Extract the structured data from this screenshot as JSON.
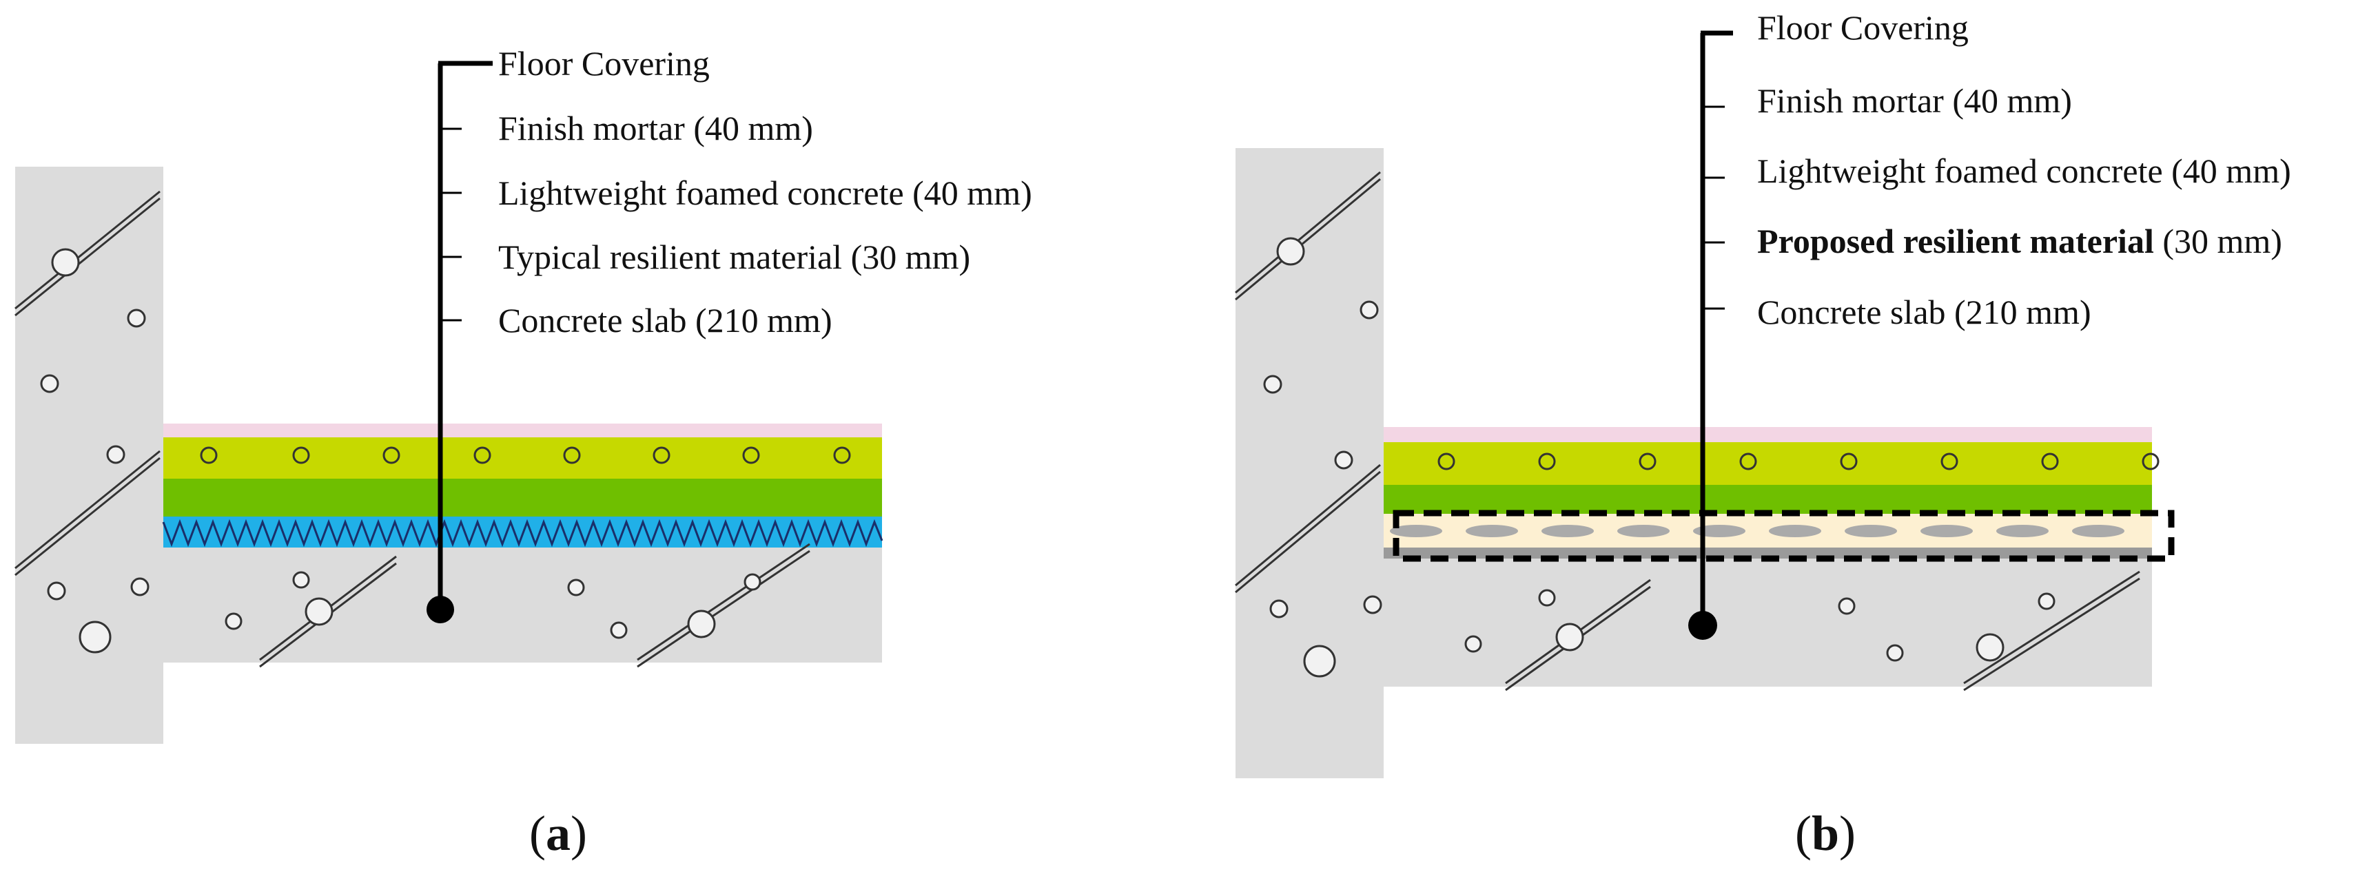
{
  "panels": [
    {
      "id": "a",
      "caption": {
        "open": "(",
        "letter": "a",
        "close": ")"
      },
      "layers": [
        {
          "label": "Floor Covering"
        },
        {
          "label": "Finish mortar (40 mm)"
        },
        {
          "label": "Lightweight foamed concrete (40 mm)"
        },
        {
          "label": "Typical resilient material (30 mm)"
        },
        {
          "label": "Concrete slab (210 mm)"
        }
      ]
    },
    {
      "id": "b",
      "caption": {
        "open": "(",
        "letter": "b",
        "close": ")"
      },
      "layers": [
        {
          "label": "Floor Covering"
        },
        {
          "label": "Finish mortar (40 mm)"
        },
        {
          "label": "Lightweight foamed concrete (40 mm)"
        },
        {
          "label_bold": "Proposed resilient material",
          "label_rest": " (30 mm)"
        },
        {
          "label": "Concrete slab (210 mm)"
        }
      ]
    }
  ],
  "colors": {
    "concrete": "#dcdcdc",
    "floor_covering": "#f3d6e4",
    "finish_mortar": "#c6d900",
    "foamed_concrete": "#6fbf00",
    "typical_resilient": "#20b0e8",
    "proposed_resilient_fill": "#fdf0d2",
    "proposed_resilient_base": "#9a9a9a",
    "leader_line": "#000000"
  }
}
